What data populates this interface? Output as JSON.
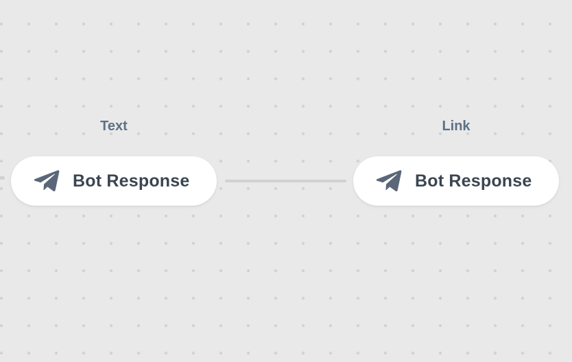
{
  "canvas": {
    "kind": "bot-flow-editor-canvas",
    "grid": "dotted"
  },
  "colors": {
    "canvas_bg": "#e9e9e9",
    "dot": "#d2d2d2",
    "edge": "#d1d1d1",
    "node_bg": "#ffffff",
    "node_title": "#3b4552",
    "node_label": "#5d7085",
    "icon": "#5b6779"
  },
  "nodes": [
    {
      "label": "Text",
      "title": "Bot Response",
      "icon": "send-plane-icon"
    },
    {
      "label": "Link",
      "title": "Bot Response",
      "icon": "send-plane-icon"
    }
  ],
  "edges": [
    {
      "between": [
        0,
        1
      ]
    },
    {
      "between": [
        "offscreen-left",
        0
      ],
      "partial": true
    }
  ]
}
